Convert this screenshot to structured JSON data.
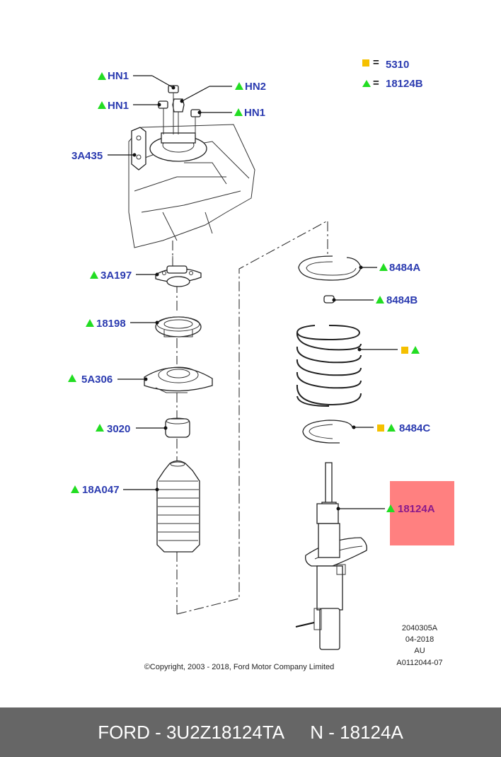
{
  "legend": [
    {
      "symbol": "square",
      "sep": "=",
      "value": "5310"
    },
    {
      "symbol": "triangle",
      "sep": "=",
      "value": "18124B"
    }
  ],
  "callouts": {
    "hn1_top": "HN1",
    "hn2": "HN2",
    "hn1_left": "HN1",
    "hn1_right": "HN1",
    "p3a435": "3A435",
    "p3a197": "3A197",
    "p18198": "18198",
    "p5a306": "5A306",
    "p3020": "3020",
    "p18a047": "18A047",
    "p8484a": "8484A",
    "p8484b": "8484B",
    "p8484c": "8484C",
    "p18124a": "18124A"
  },
  "meta": {
    "line1": "2040305A",
    "line2": "04-2018",
    "line3": "AU",
    "line4": "A0112044-07"
  },
  "copyright": "©Copyright, 2003 - 2018, Ford Motor Company Limited",
  "footer": {
    "left": "FORD - 3U2Z18124TA",
    "right": "N - 18124A"
  },
  "colors": {
    "label_blue": "#2b3bb0",
    "triangle_green": "#22dd22",
    "square_yellow": "#f5c000",
    "highlight_red": "#ff8080",
    "footer_bg": "#666666"
  },
  "icons": [
    "triangle-icon",
    "square-icon"
  ]
}
